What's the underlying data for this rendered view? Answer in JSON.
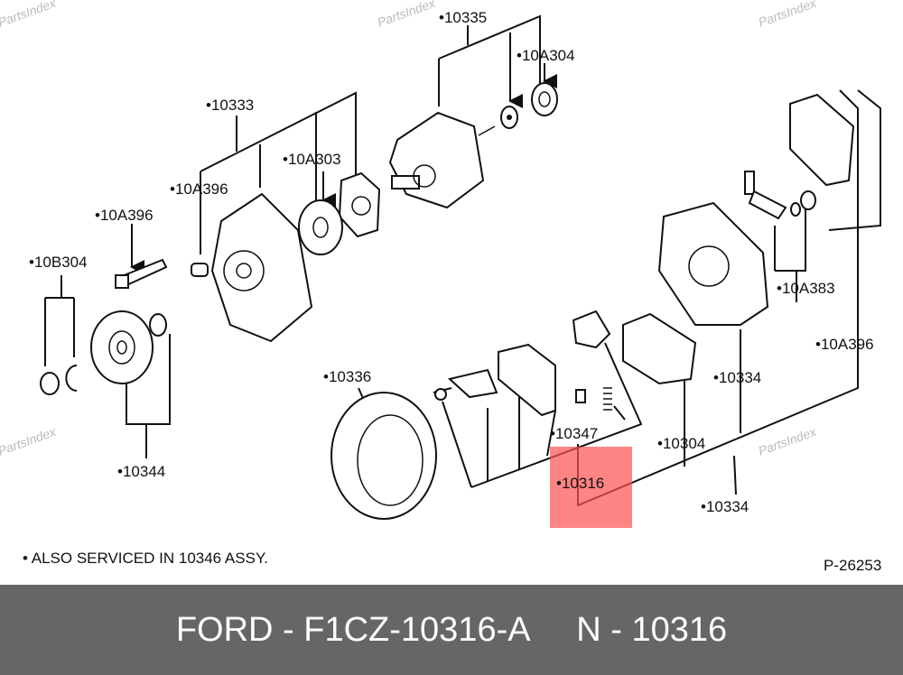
{
  "watermark": "PartsIndex",
  "labels": {
    "l10335": "•10335",
    "l10A304": "•10A304",
    "l10333": "•10333",
    "l10A303": "•10A303",
    "l10A396a": "•10A396",
    "l10A396b": "•10A396",
    "l10B304": "•10B304",
    "l10336": "•10336",
    "l10344": "•10344",
    "l10347": "•10347",
    "l10316": "•10316",
    "l10304": "•10304",
    "l10334a": "•10334",
    "l10334b": "•10334",
    "l10A383": "•10A383",
    "l10A396c": "•10A396"
  },
  "note": "•  ALSO SERVICED IN 10346 ASSY.",
  "figure_code": "P-26253",
  "footer": {
    "text": "FORD - F1CZ-10316-A     N - 10316"
  },
  "colors": {
    "highlight": "#ff5050",
    "footer_bg": "#666666"
  }
}
